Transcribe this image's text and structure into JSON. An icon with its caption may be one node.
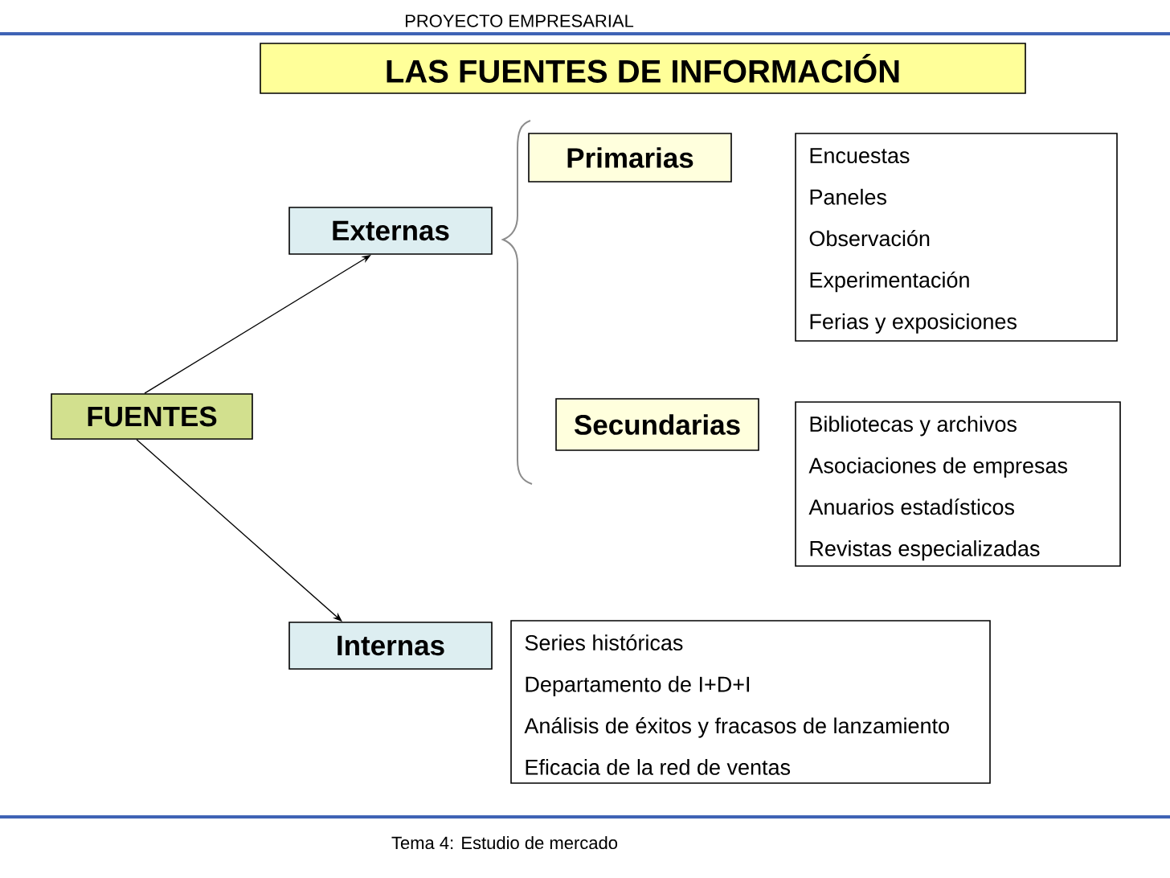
{
  "diagram": {
    "title": "LAS FUENTES DE INFORMACIÓN",
    "nodes": [
      {
        "text": [
          "FUENTES"
        ]
      },
      {
        "text": [
          "Externas"
        ]
      },
      {
        "text": [
          "Primarias"
        ]
      },
      {
        "text": [
          "Encuestas",
          "Paneles",
          "Observación",
          "Experimentación",
          "Ferias y exposiciones"
        ]
      },
      {
        "text": [
          "Secundarias"
        ]
      },
      {
        "text": [
          "Bibliotecas y archivos",
          "Asociaciones de empresas",
          "Anuarios estadísticos",
          "Revistas especializadas"
        ]
      },
      {
        "text": [
          "Internas"
        ]
      },
      {
        "text": [
          "Series históricas",
          "Departamento de I+D+I",
          "Análisis de éxitos y fracasos de lanzamiento",
          "Eficacia de la red de ventas"
        ]
      }
    ],
    "edges": [
      {
        "from": 0,
        "to": 1,
        "arrow": "to"
      },
      {
        "from": 0,
        "to": 6,
        "arrow": "to"
      }
    ],
    "labels": [
      "PROYECTO EMPRESARIAL",
      "Tema 4: Estudio de mercado"
    ]
  }
}
